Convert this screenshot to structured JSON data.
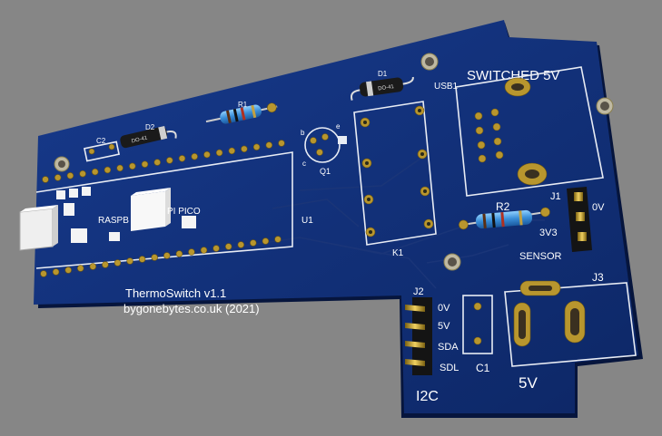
{
  "scene": {
    "background_color": "#868686",
    "board_color": "#0f2e7a",
    "silkscreen_color": "#ffffff"
  },
  "board": {
    "title_line1": "ThermoSwitch  v1.1",
    "title_line2": "bygonebytes.co.uk  (2021)",
    "pico_label_left": "RASPB",
    "pico_label_right": "PI PICO",
    "usb_label": "USB1",
    "switched_label": "SWITCHED  5V",
    "u1_label": "U1",
    "k1_label": "K1",
    "q1_label": "Q1",
    "q1_pins": [
      "b",
      "e",
      "c"
    ],
    "d1_label": "D1",
    "d1_body": "DO-41",
    "d2_label": "D2",
    "d2_body": "DO-41",
    "c2_label": "C2",
    "c1_label": "C1",
    "r1_label": "R1",
    "r2_label": "R2",
    "j1_label": "J1",
    "j1_pins": [
      "0V",
      "3V3"
    ],
    "sensor_label": "SENSOR",
    "j2_label": "J2",
    "j2_pins": [
      "0V",
      "5V",
      "SDA",
      "SDL"
    ],
    "i2c_label": "I2C",
    "j3_label": "J3",
    "power_label": "5V"
  }
}
